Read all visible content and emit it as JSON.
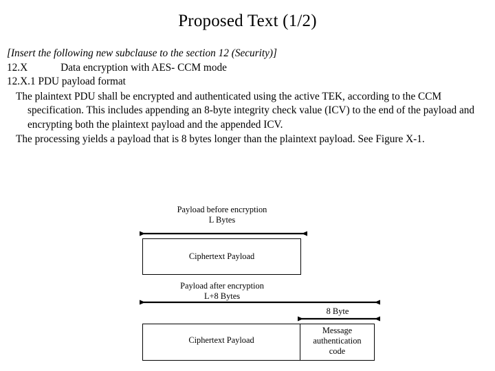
{
  "slide": {
    "title": "Proposed Text (1/2)"
  },
  "body": {
    "intro_note": "[Insert the following new subclause to the section 12 (Security)]",
    "clause_number": "12.X",
    "clause_title": "Data encryption with AES- CCM mode",
    "subclause_line": "12.X.1 PDU payload format",
    "paragraph_1": "The plaintext PDU shall be encrypted and authenticated using the active TEK, according to the CCM specification. This includes appending an 8-byte integrity check value (ICV) to the end of the payload and encrypting both the plaintext payload and the appended ICV.",
    "paragraph_2": "The processing yields a payload that is 8 bytes longer than the plaintext payload. See Figure X-1."
  },
  "diagram": {
    "before": {
      "caption_line1": "Payload before encryption",
      "caption_line2": "L Bytes",
      "box_label": "Ciphertext Payload"
    },
    "after": {
      "caption_line1": "Payload after encryption",
      "caption_line2": "L+8 Bytes",
      "payload_box_label": "Ciphertext Payload",
      "mac_span_label": "8 Byte",
      "mac_box_label": "Message\nauthentication\ncode"
    },
    "colors": {
      "stroke": "#000000",
      "fill": "#ffffff",
      "text": "#000000"
    }
  }
}
